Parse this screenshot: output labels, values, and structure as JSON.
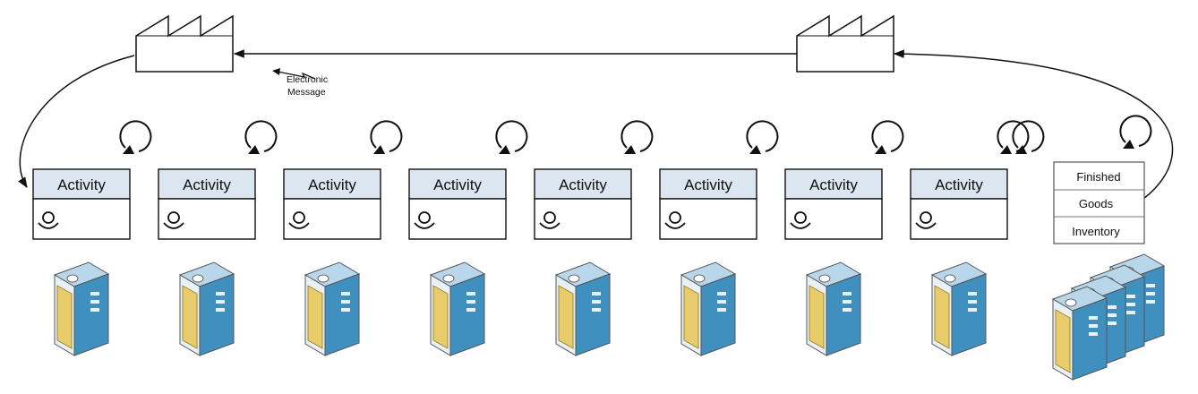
{
  "diagram": {
    "message_label_line1": "Electronic",
    "message_label_line2": "Message",
    "process_boxes": [
      {
        "title": "Activity"
      },
      {
        "title": "Activity"
      },
      {
        "title": "Activity"
      },
      {
        "title": "Activity"
      },
      {
        "title": "Activity"
      },
      {
        "title": "Activity"
      },
      {
        "title": "Activity"
      },
      {
        "title": "Activity"
      }
    ],
    "finished_goods_lines": [
      "Finished",
      "Goods",
      "Inventory"
    ],
    "icons": {
      "factory": "factory-icon",
      "operator": "operator-icon",
      "server": "server-icon",
      "cycle_arrow": "cycle-arrow-icon",
      "server_cluster": "server-cluster-icon"
    },
    "colors": {
      "stroke": "#111111",
      "server_face": "#e8f1f7",
      "server_side": "#3f8fbf",
      "server_top": "#b9d7ea",
      "server_panel": "#e8cc6b"
    }
  }
}
